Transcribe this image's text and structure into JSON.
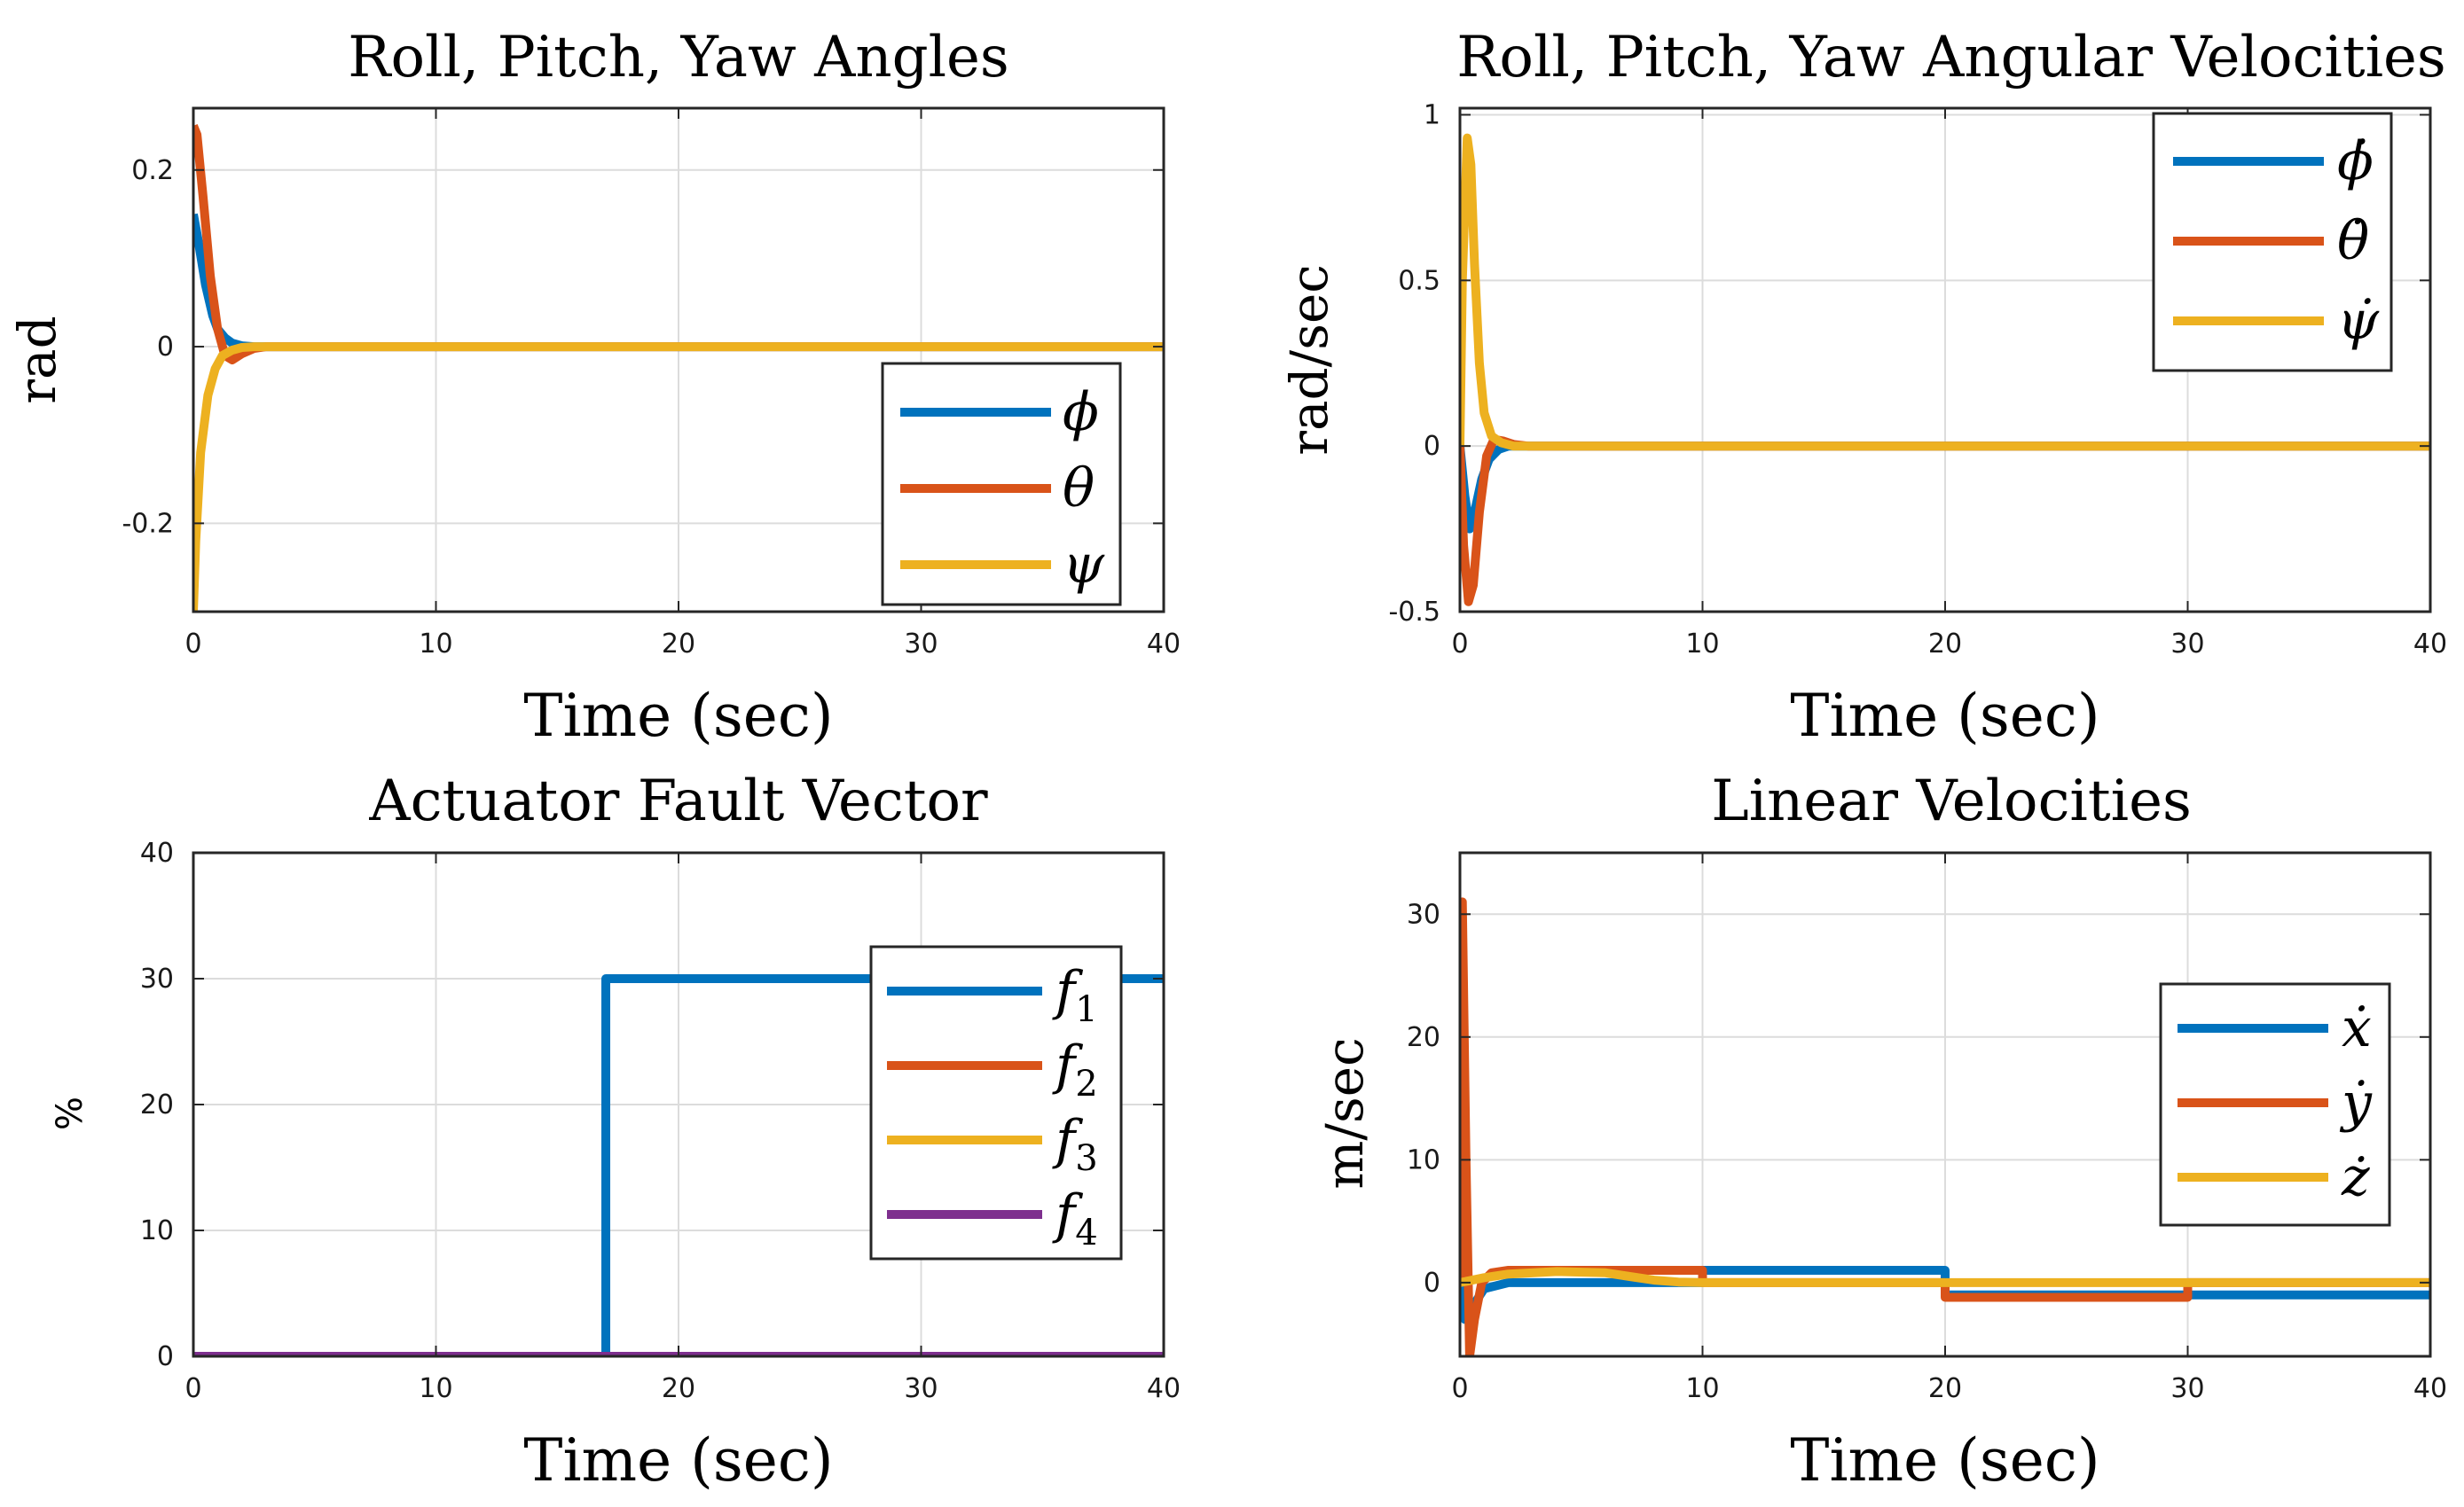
{
  "chart_data": [
    {
      "type": "line",
      "title": "Roll, Pitch, Yaw Angles",
      "xlabel": "Time (sec)",
      "ylabel": "rad",
      "xlim": [
        0,
        40
      ],
      "ylim": [
        -0.3,
        0.27
      ],
      "xticks": [
        0,
        10,
        20,
        30,
        40
      ],
      "yticks": [
        -0.2,
        0,
        0.2
      ],
      "xtick_labels": [
        "0",
        "10",
        "20",
        "30",
        "40"
      ],
      "ytick_labels": [
        "-0.2",
        "0",
        "0.2"
      ],
      "grid": true,
      "legend": "bottom-right",
      "series": [
        {
          "name": "ϕ",
          "color": "#0072BD",
          "x": [
            0,
            0.2,
            0.5,
            0.8,
            1.0,
            1.3,
            1.6,
            2.0,
            2.5,
            3,
            40
          ],
          "y": [
            0.15,
            0.12,
            0.07,
            0.035,
            0.02,
            0.01,
            0.004,
            0.001,
            0,
            0,
            0
          ]
        },
        {
          "name": "θ",
          "color": "#D95319",
          "x": [
            0,
            0.15,
            0.4,
            0.7,
            1.0,
            1.3,
            1.6,
            2.0,
            2.5,
            3,
            40
          ],
          "y": [
            0.25,
            0.24,
            0.17,
            0.08,
            0.02,
            -0.01,
            -0.015,
            -0.008,
            -0.002,
            0,
            0
          ]
        },
        {
          "name": "ψ",
          "color": "#EDB120",
          "x": [
            0,
            0.1,
            0.3,
            0.6,
            0.9,
            1.2,
            1.6,
            2.0,
            2.5,
            3,
            40
          ],
          "y": [
            -0.3,
            -0.22,
            -0.12,
            -0.055,
            -0.025,
            -0.01,
            -0.004,
            -0.001,
            0,
            0,
            0
          ]
        }
      ]
    },
    {
      "type": "line",
      "title": "Roll, Pitch, Yaw Angular Velocities",
      "xlabel": "Time (sec)",
      "ylabel": "rad/sec",
      "xlim": [
        0,
        40
      ],
      "ylim": [
        -0.5,
        1.02
      ],
      "xticks": [
        0,
        10,
        20,
        30,
        40
      ],
      "yticks": [
        -0.5,
        0,
        0.5,
        1
      ],
      "xtick_labels": [
        "0",
        "10",
        "20",
        "30",
        "40"
      ],
      "ytick_labels": [
        "-0.5",
        "0",
        "0.5",
        "1"
      ],
      "grid": true,
      "legend": "top-right",
      "series": [
        {
          "name": "ϕ̇",
          "color": "#0072BD",
          "x": [
            0,
            0.2,
            0.4,
            0.6,
            0.9,
            1.2,
            1.6,
            2.0,
            2.5,
            40
          ],
          "y": [
            0,
            -0.15,
            -0.25,
            -0.2,
            -0.1,
            -0.04,
            -0.01,
            0,
            0,
            0
          ]
        },
        {
          "name": "θ̇",
          "color": "#D95319",
          "x": [
            0,
            0.15,
            0.35,
            0.55,
            0.8,
            1.1,
            1.4,
            1.8,
            2.2,
            2.8,
            40
          ],
          "y": [
            0,
            -0.3,
            -0.47,
            -0.42,
            -0.2,
            -0.03,
            0.02,
            0.015,
            0.005,
            0,
            0
          ]
        },
        {
          "name": "ψ̇",
          "color": "#EDB120",
          "x": [
            0,
            0.1,
            0.3,
            0.45,
            0.6,
            0.8,
            1.0,
            1.3,
            1.7,
            2.2,
            3,
            40
          ],
          "y": [
            0,
            0.5,
            0.93,
            0.85,
            0.55,
            0.25,
            0.1,
            0.03,
            0.01,
            0,
            0,
            0
          ]
        }
      ]
    },
    {
      "type": "line",
      "title": "Actuator Fault Vector",
      "xlabel": "Time (sec)",
      "ylabel": "%",
      "xlim": [
        0,
        40
      ],
      "ylim": [
        0,
        40
      ],
      "xticks": [
        0,
        10,
        20,
        30,
        40
      ],
      "yticks": [
        0,
        10,
        20,
        30,
        40
      ],
      "xtick_labels": [
        "0",
        "10",
        "20",
        "30",
        "40"
      ],
      "ytick_labels": [
        "0",
        "10",
        "20",
        "30",
        "40"
      ],
      "grid": true,
      "legend": "top-right",
      "series": [
        {
          "name": "f1",
          "label": "f",
          "sub": "1",
          "color": "#0072BD",
          "x": [
            0,
            17,
            17,
            40
          ],
          "y": [
            0,
            0,
            30,
            30
          ]
        },
        {
          "name": "f2",
          "label": "f",
          "sub": "2",
          "color": "#D95319",
          "x": [
            0,
            40
          ],
          "y": [
            0,
            0
          ]
        },
        {
          "name": "f3",
          "label": "f",
          "sub": "3",
          "color": "#EDB120",
          "x": [
            0,
            40
          ],
          "y": [
            0,
            0
          ]
        },
        {
          "name": "f4",
          "label": "f",
          "sub": "4",
          "color": "#7E2F8E",
          "x": [
            0,
            40
          ],
          "y": [
            0,
            0
          ]
        }
      ]
    },
    {
      "type": "line",
      "title": "Linear Velocities",
      "xlabel": "Time (sec)",
      "ylabel": "m/sec",
      "xlim": [
        0,
        40
      ],
      "ylim": [
        -6,
        35
      ],
      "xticks": [
        0,
        10,
        20,
        30,
        40
      ],
      "yticks": [
        0,
        10,
        20,
        30
      ],
      "xtick_labels": [
        "0",
        "10",
        "20",
        "30",
        "40"
      ],
      "ytick_labels": [
        "0",
        "10",
        "20",
        "30"
      ],
      "grid": true,
      "legend": "right",
      "series": [
        {
          "name": "ẋ",
          "color": "#0072BD",
          "x": [
            0,
            0.2,
            0.5,
            1.0,
            2.0,
            10,
            10,
            20,
            20,
            30,
            30,
            40
          ],
          "y": [
            0,
            -3,
            -2,
            -0.5,
            0,
            0,
            1,
            1,
            -1,
            -1,
            -1,
            -1
          ]
        },
        {
          "name": "ẏ",
          "color": "#D95319",
          "x": [
            0,
            0.1,
            0.25,
            0.4,
            0.6,
            0.9,
            1.3,
            2.0,
            3.0,
            10,
            10,
            20,
            20,
            30,
            30,
            40
          ],
          "y": [
            0,
            31,
            10,
            -6,
            -3,
            0,
            0.8,
            1,
            1,
            1,
            0,
            0,
            -1.2,
            -1.2,
            0,
            0
          ]
        },
        {
          "name": "ż",
          "color": "#EDB120",
          "x": [
            0,
            1,
            2,
            4,
            6,
            7,
            8,
            9,
            10,
            40
          ],
          "y": [
            0,
            0.4,
            0.7,
            0.9,
            0.8,
            0.5,
            0.2,
            0.05,
            0,
            0
          ]
        }
      ]
    }
  ]
}
